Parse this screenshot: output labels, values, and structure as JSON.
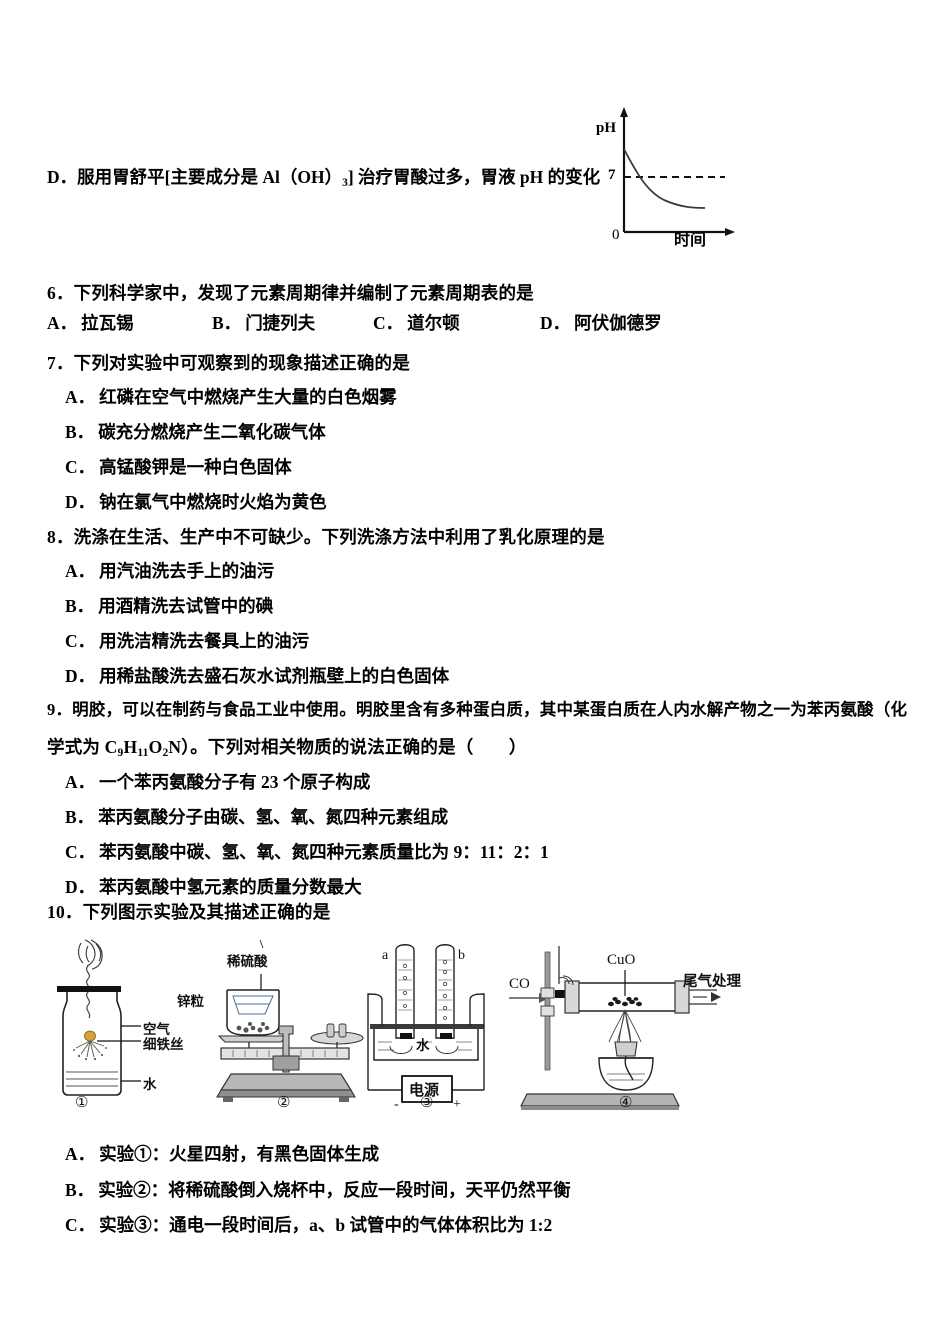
{
  "document": {
    "type": "chemistry-exam-page"
  },
  "d_option": {
    "letter": "D．",
    "text_before": "服用胃舒平[主要成分是 Al（OH）",
    "subscript": "3",
    "text_after": "] 治疗胃酸过多，胃液 pH 的变化"
  },
  "ph_chart": {
    "y_axis_label": "pH",
    "x_axis_label": "时间",
    "origin_label": "0",
    "tick_label": "7"
  },
  "questions": [
    {
      "number": "6．",
      "stem": "下列科学家中，发现了元素周期律并编制了元素周期表的是",
      "inline_options": [
        {
          "letter": "A．",
          "text": "拉瓦锡"
        },
        {
          "letter": "B．",
          "text": "门捷列夫"
        },
        {
          "letter": "C．",
          "text": "道尔顿"
        },
        {
          "letter": "D．",
          "text": "阿伏伽德罗"
        }
      ]
    },
    {
      "number": "7．",
      "stem": "下列对实验中可观察到的现象描述正确的是",
      "options": [
        {
          "letter": "A．",
          "text": "红磷在空气中燃烧产生大量的白色烟雾"
        },
        {
          "letter": "B．",
          "text": "碳充分燃烧产生二氧化碳气体"
        },
        {
          "letter": "C．",
          "text": "高锰酸钾是一种白色固体"
        },
        {
          "letter": "D．",
          "text": "钠在氯气中燃烧时火焰为黄色"
        }
      ]
    },
    {
      "number": "8．",
      "stem": "洗涤在生活、生产中不可缺少。下列洗涤方法中利用了乳化原理的是",
      "options": [
        {
          "letter": "A．",
          "text": "用汽油洗去手上的油污"
        },
        {
          "letter": "B．",
          "text": "用酒精洗去试管中的碘"
        },
        {
          "letter": "C．",
          "text": "用洗洁精洗去餐具上的油污"
        },
        {
          "letter": "D．",
          "text": "用稀盐酸洗去盛石灰水试剂瓶壁上的白色固体"
        }
      ]
    },
    {
      "number": "9．",
      "stem_line1": "明胶，可以在制药与食品工业中使用。明胶里含有多种蛋白质，其中某蛋白质在人内水解产物之一为苯丙氨酸（化",
      "stem_line2_prefix": "学式为 C",
      "stem_line2_formula": [
        {
          "base": "C",
          "sub": "9"
        },
        {
          "base": "H",
          "sub": "11"
        },
        {
          "base": "O",
          "sub": "2"
        },
        {
          "base": "N",
          "sub": ""
        }
      ],
      "stem_line2_suffix": "）。下列对相关物质的说法正确的是（　　）",
      "options": [
        {
          "letter": "A．",
          "text": "一个苯丙氨酸分子有 23 个原子构成"
        },
        {
          "letter": "B．",
          "text": "苯丙氨酸分子由碳、氢、氧、氮四种元素组成"
        },
        {
          "letter": "C．",
          "text": "苯丙氨酸中碳、氢、氧、氮四种元素质量比为 9：11：2：1"
        },
        {
          "letter": "D．",
          "text": "苯丙氨酸中氢元素的质量分数最大"
        }
      ]
    },
    {
      "number": "10．",
      "stem": "下列图示实验及其描述正确的是",
      "options": [
        {
          "letter": "A．",
          "text": "实验①：火星四射，有黑色固体生成"
        },
        {
          "letter": "B．",
          "text": "实验②：将稀硫酸倒入烧杯中，反应一段时间，天平仍然平衡"
        },
        {
          "letter": "C．",
          "text": "实验③：通电一段时间后，a、b 试管中的气体体积比为 1:2"
        }
      ]
    }
  ],
  "figures": [
    {
      "id": "figure-1",
      "caption": "①",
      "labels": [
        "空气",
        "细铁丝",
        "水"
      ]
    },
    {
      "id": "figure-2",
      "caption": "②",
      "labels": [
        "稀硫酸",
        "锌粒"
      ]
    },
    {
      "id": "figure-3",
      "caption": "③",
      "labels": [
        "a",
        "b",
        "水",
        "电源",
        "-",
        "+"
      ]
    },
    {
      "id": "figure-4",
      "caption": "④",
      "labels": [
        "CO",
        "CuO",
        "尾气处理"
      ]
    }
  ],
  "colors": {
    "text": "#000000",
    "ink": "#1a1a1a",
    "flame": "#d8a23a"
  }
}
